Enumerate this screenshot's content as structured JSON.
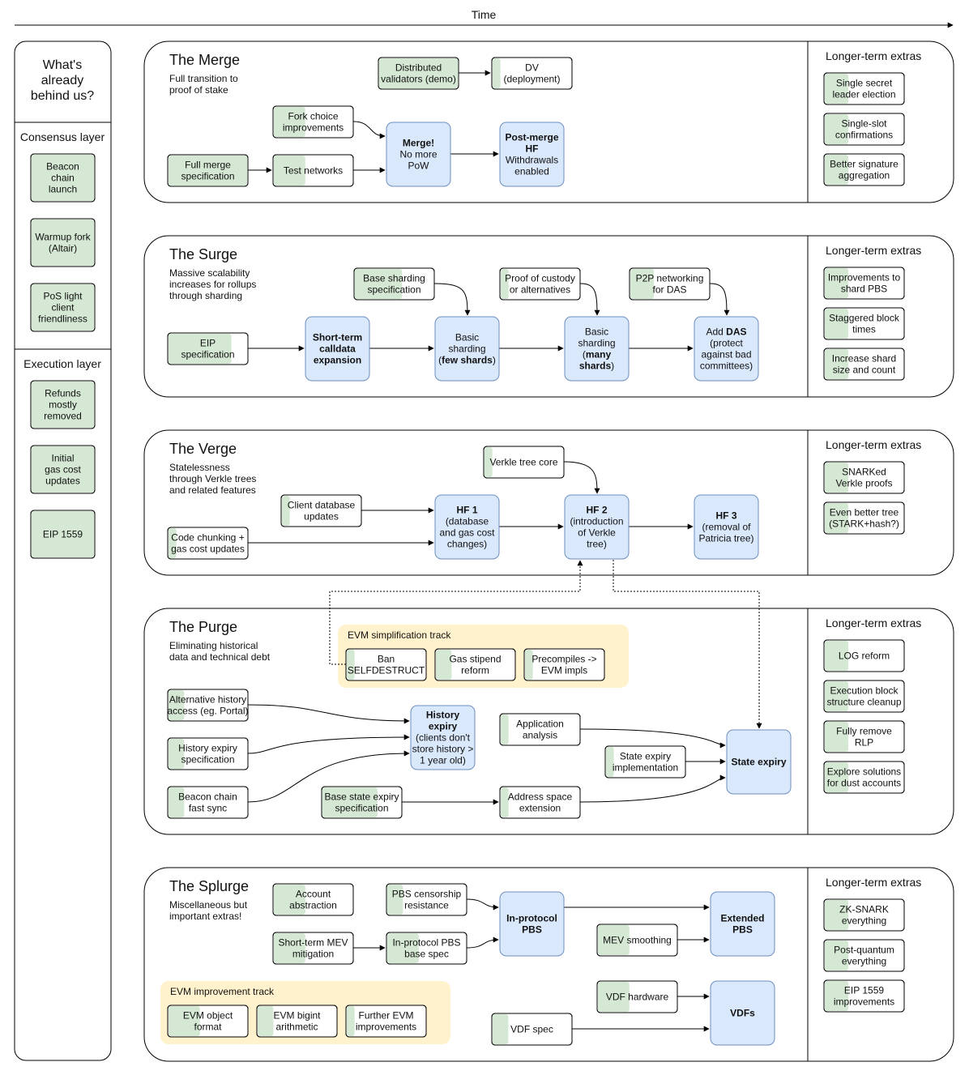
{
  "time_label": "Time",
  "left_panel": {
    "title": [
      "What's",
      "already",
      "behind us?"
    ],
    "sections": [
      {
        "title": "Consensus layer",
        "items": [
          [
            "Beacon",
            "chain",
            "launch"
          ],
          [
            "Warmup fork",
            "(Altair)"
          ],
          [
            "PoS light",
            "client",
            "friendliness"
          ]
        ]
      },
      {
        "title": "Execution layer",
        "items": [
          [
            "Refunds",
            "mostly",
            "removed"
          ],
          [
            "Initial",
            "gas cost",
            "updates"
          ],
          [
            "EIP 1559"
          ]
        ]
      }
    ]
  },
  "sections": [
    {
      "id": "merge",
      "title": "The Merge",
      "subtitle": [
        "Full transition to",
        "proof of stake"
      ],
      "extras_title": "Longer-term extras",
      "extras": [
        [
          "Single secret",
          "leader election"
        ],
        [
          "Single-slot",
          "confirmations"
        ],
        [
          "Better signature",
          "aggregation"
        ]
      ],
      "nodes": [
        {
          "id": "dv_demo",
          "type": "task",
          "progress": 1.0,
          "lines": [
            "Distributed",
            "validators (demo)"
          ]
        },
        {
          "id": "dv_deploy",
          "type": "task",
          "progress": 0.1,
          "lines": [
            "DV",
            "(deployment)"
          ]
        },
        {
          "id": "fork_choice",
          "type": "task",
          "progress": 0.4,
          "lines": [
            "Fork choice",
            "improvements"
          ]
        },
        {
          "id": "full_merge_spec",
          "type": "task",
          "progress": 1.0,
          "lines": [
            "Full merge",
            "specification"
          ]
        },
        {
          "id": "test_networks",
          "type": "task",
          "progress": 0.4,
          "lines": [
            "Test networks"
          ]
        },
        {
          "id": "merge",
          "type": "milestone",
          "lines": [
            {
              "t": "Merge!",
              "b": true
            },
            "No more",
            "PoW"
          ]
        },
        {
          "id": "post_merge",
          "type": "milestone",
          "lines": [
            {
              "t": "Post-merge",
              "b": true
            },
            {
              "t": "HF",
              "b": true
            },
            "Withdrawals",
            "enabled"
          ]
        }
      ]
    },
    {
      "id": "surge",
      "title": "The Surge",
      "subtitle": [
        "Massive scalability",
        "increases for rollups",
        "through sharding"
      ],
      "extras_title": "Longer-term extras",
      "extras": [
        [
          "Improvements to",
          "shard PBS"
        ],
        [
          "Staggered block",
          "times"
        ],
        [
          "Increase shard",
          "size and count"
        ]
      ],
      "nodes": [
        {
          "id": "base_sharding_spec",
          "type": "task",
          "progress": 0.6,
          "lines": [
            "Base sharding",
            "specification"
          ]
        },
        {
          "id": "proof_custody",
          "type": "task",
          "progress": 0.1,
          "lines": [
            "Proof of custody",
            "or alternatives"
          ]
        },
        {
          "id": "p2p_das",
          "type": "task",
          "progress": 0.3,
          "lines": [
            "P2P networking",
            "for DAS"
          ]
        },
        {
          "id": "eip_spec",
          "type": "task",
          "progress": 0.8,
          "lines": [
            "EIP",
            "specification"
          ]
        },
        {
          "id": "calldata",
          "type": "milestone",
          "lines": [
            {
              "t": "Short-term",
              "b": true
            },
            {
              "t": "calldata",
              "b": true
            },
            {
              "t": "expansion",
              "b": true
            }
          ]
        },
        {
          "id": "basic_few",
          "type": "milestone",
          "lines": [
            "Basic",
            "sharding",
            [
              {
                "t": "("
              },
              {
                "t": "few shards",
                "b": true
              },
              {
                "t": ")"
              }
            ]
          ]
        },
        {
          "id": "basic_many",
          "type": "milestone",
          "lines": [
            "Basic",
            "sharding",
            [
              {
                "t": "("
              },
              {
                "t": "many",
                "b": true
              }
            ],
            [
              {
                "t": "shards",
                "b": true
              },
              {
                "t": ")"
              }
            ]
          ]
        },
        {
          "id": "add_das",
          "type": "milestone",
          "lines": [
            [
              {
                "t": "Add "
              },
              {
                "t": "DAS",
                "b": true
              }
            ],
            "(protect",
            "against bad",
            "committees)"
          ]
        }
      ]
    },
    {
      "id": "verge",
      "title": "The Verge",
      "subtitle": [
        "Statelessness",
        "through Verkle trees",
        "and related features"
      ],
      "extras_title": "Longer-term extras",
      "extras": [
        [
          "SNARKed",
          "Verkle proofs"
        ],
        [
          "Even better tree",
          "(STARK+hash?)"
        ]
      ],
      "nodes": [
        {
          "id": "verkle_core",
          "type": "task",
          "progress": 0.1,
          "lines": [
            "Verkle tree core"
          ]
        },
        {
          "id": "client_db",
          "type": "task",
          "progress": 0.1,
          "lines": [
            "Client database",
            "updates"
          ]
        },
        {
          "id": "code_chunking",
          "type": "task",
          "progress": 0.1,
          "lines": [
            "Code chunking +",
            "gas cost updates"
          ]
        },
        {
          "id": "hf1",
          "type": "milestone",
          "lines": [
            {
              "t": "HF 1",
              "b": true
            },
            "(database",
            "and gas cost",
            "changes)"
          ]
        },
        {
          "id": "hf2",
          "type": "milestone",
          "lines": [
            {
              "t": "HF 2",
              "b": true
            },
            "(introduction",
            "of Verkle",
            "tree)"
          ]
        },
        {
          "id": "hf3",
          "type": "milestone",
          "lines": [
            {
              "t": "HF 3",
              "b": true
            },
            "(removal of",
            "Patricia tree)"
          ]
        }
      ]
    },
    {
      "id": "purge",
      "title": "The Purge",
      "subtitle": [
        "Eliminating historical",
        "data and technical debt"
      ],
      "extras_title": "Longer-term extras",
      "extras": [
        [
          "LOG reform"
        ],
        [
          "Execution block",
          "structure cleanup"
        ],
        [
          "Fully remove",
          "RLP"
        ],
        [
          "Explore solutions",
          "for dust accounts"
        ]
      ],
      "track_title": "EVM simplification track",
      "nodes": [
        {
          "id": "ban_selfdestruct",
          "type": "task",
          "progress": 0.1,
          "lines": [
            "Ban",
            "SELFDESTRUCT"
          ]
        },
        {
          "id": "gas_stipend",
          "type": "task",
          "progress": 0.2,
          "lines": [
            "Gas stipend",
            "reform"
          ]
        },
        {
          "id": "precompiles",
          "type": "task",
          "progress": 0.1,
          "lines": [
            "Precompiles ->",
            "EVM impls"
          ]
        },
        {
          "id": "alt_history",
          "type": "task",
          "progress": 0.2,
          "lines": [
            "Alternative history",
            "access (eg. Portal)"
          ]
        },
        {
          "id": "history_expiry_spec",
          "type": "task",
          "progress": 0.2,
          "lines": [
            "History expiry",
            "specification"
          ]
        },
        {
          "id": "beacon_fast_sync",
          "type": "task",
          "progress": 0.2,
          "lines": [
            "Beacon chain",
            "fast sync"
          ]
        },
        {
          "id": "history_expiry",
          "type": "milestone",
          "lines": [
            {
              "t": "History",
              "b": true
            },
            {
              "t": "expiry",
              "b": true
            },
            "(clients don't",
            "store history >",
            "1 year old)"
          ]
        },
        {
          "id": "app_analysis",
          "type": "task",
          "progress": 0.1,
          "lines": [
            "Application",
            "analysis"
          ]
        },
        {
          "id": "state_expiry_impl",
          "type": "task",
          "progress": 0.1,
          "lines": [
            "State expiry",
            "implementation"
          ]
        },
        {
          "id": "base_state_expiry",
          "type": "task",
          "progress": 0.7,
          "lines": [
            "Base state expiry",
            "specification"
          ]
        },
        {
          "id": "address_space",
          "type": "task",
          "progress": 0.1,
          "lines": [
            "Address space",
            "extension"
          ]
        },
        {
          "id": "state_expiry",
          "type": "milestone",
          "lines": [
            {
              "t": "State expiry",
              "b": true
            }
          ]
        }
      ]
    },
    {
      "id": "splurge",
      "title": "The Splurge",
      "subtitle": [
        "Miscellaneous but",
        "important extras!"
      ],
      "extras_title": "Longer-term extras",
      "extras": [
        [
          "ZK-SNARK",
          "everything"
        ],
        [
          "Post-quantum",
          "everything"
        ],
        [
          "EIP 1559",
          "improvements"
        ]
      ],
      "track_title": "EVM improvement track",
      "nodes": [
        {
          "id": "account_abstraction",
          "type": "task",
          "progress": 0.4,
          "lines": [
            "Account",
            "abstraction"
          ]
        },
        {
          "id": "pbs_censorship",
          "type": "task",
          "progress": 0.2,
          "lines": [
            "PBS censorship",
            "resistance"
          ]
        },
        {
          "id": "short_mev",
          "type": "task",
          "progress": 0.4,
          "lines": [
            "Short-term MEV",
            "mitigation"
          ]
        },
        {
          "id": "pbs_base_spec",
          "type": "task",
          "progress": 0.4,
          "lines": [
            "In-protocol PBS",
            "base spec"
          ]
        },
        {
          "id": "in_protocol_pbs",
          "type": "milestone",
          "lines": [
            {
              "t": "In-protocol",
              "b": true
            },
            {
              "t": "PBS",
              "b": true
            }
          ]
        },
        {
          "id": "extended_pbs",
          "type": "milestone",
          "lines": [
            {
              "t": "Extended",
              "b": true
            },
            {
              "t": "PBS",
              "b": true
            }
          ]
        },
        {
          "id": "mev_smoothing",
          "type": "task",
          "progress": 0.4,
          "lines": [
            "MEV smoothing"
          ]
        },
        {
          "id": "vdf_hardware",
          "type": "task",
          "progress": 0.4,
          "lines": [
            "VDF hardware"
          ]
        },
        {
          "id": "vdf_spec",
          "type": "task",
          "progress": 0.2,
          "lines": [
            "VDF spec"
          ]
        },
        {
          "id": "vdfs",
          "type": "milestone",
          "lines": [
            {
              "t": "VDFs",
              "b": true
            }
          ]
        },
        {
          "id": "evm_object_format",
          "type": "task",
          "progress": 0.4,
          "lines": [
            "EVM object",
            "format"
          ]
        },
        {
          "id": "evm_bigint",
          "type": "task",
          "progress": 0.2,
          "lines": [
            "EVM bigint",
            "arithmetic"
          ]
        },
        {
          "id": "further_evm",
          "type": "task",
          "progress": 0.1,
          "lines": [
            "Further EVM",
            "improvements"
          ]
        }
      ]
    }
  ],
  "colors": {
    "done": "#d5e8d4",
    "milestone": "#dae8fc",
    "milestone_border": "#6c8ebf",
    "track": "#fff2cc",
    "border": "#000000"
  }
}
